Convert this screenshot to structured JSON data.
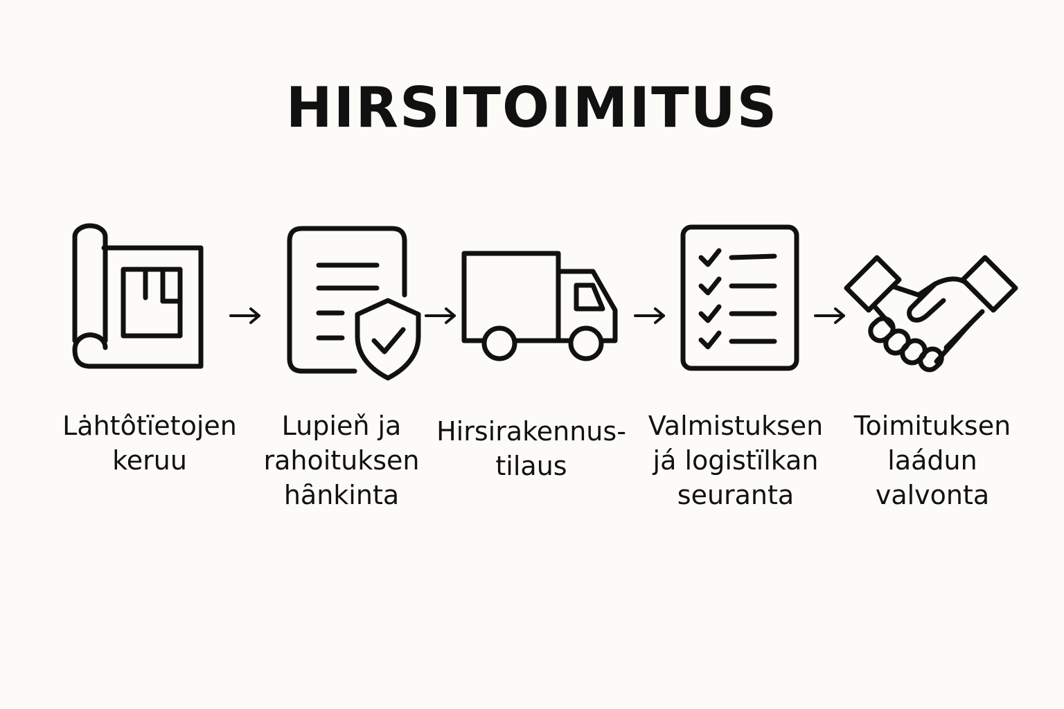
{
  "title": "HIRSITOIMITUS",
  "steps": [
    {
      "icon": "blueprint-icon",
      "lines": [
        "Lȧhtôtïetojen",
        "keruu"
      ]
    },
    {
      "icon": "document-shield-icon",
      "lines": [
        "Lupieň ja",
        "rahoituksen",
        "hȃnkinta"
      ]
    },
    {
      "icon": "truck-icon",
      "lines": [
        "Hirsirakennus-",
        "tilaus"
      ]
    },
    {
      "icon": "checklist-icon",
      "lines": [
        "Valmistuksen",
        "já logistïlkan",
        "seuranta"
      ]
    },
    {
      "icon": "handshake-icon",
      "lines": [
        "Toimituksen",
        "laádun",
        "valvonta"
      ]
    }
  ]
}
